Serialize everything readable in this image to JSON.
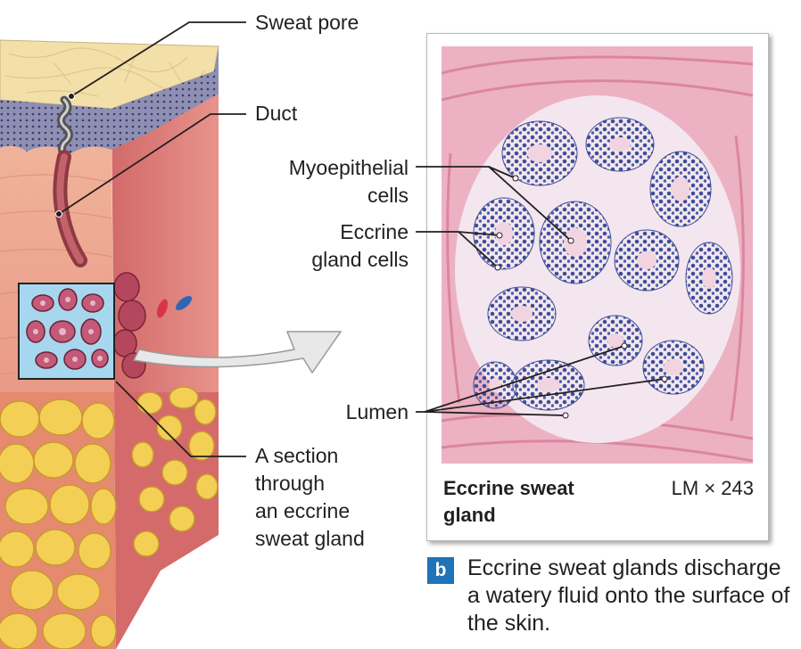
{
  "labels": {
    "sweat_pore": "Sweat pore",
    "duct": "Duct",
    "myoepithelial_line1": "Myoepithelial",
    "myoepithelial_line2": "cells",
    "eccrine_cells_line1": "Eccrine",
    "eccrine_cells_line2": "gland cells",
    "lumen": "Lumen",
    "section_line1": "A section",
    "section_line2": "through",
    "section_line3": "an eccrine",
    "section_line4": "sweat gland"
  },
  "micrograph": {
    "title": "Eccrine sweat gland",
    "magnification": "LM × 243"
  },
  "figure": {
    "badge": "b",
    "caption": "Eccrine sweat glands discharge a watery fluid onto the surface of the skin."
  },
  "colors": {
    "epidermis": "#f3dfa8",
    "stratum": "#8e8fb3",
    "dermis": "#eda48f",
    "dermis_side": "#d7736f",
    "fat": "#f4cf55",
    "gland": "#b4475e",
    "inset_bg": "#a6d7ee",
    "badge": "#1f73b7",
    "tissue_pink": "#e9a0b8",
    "nuclei": "#3b4f9a"
  }
}
